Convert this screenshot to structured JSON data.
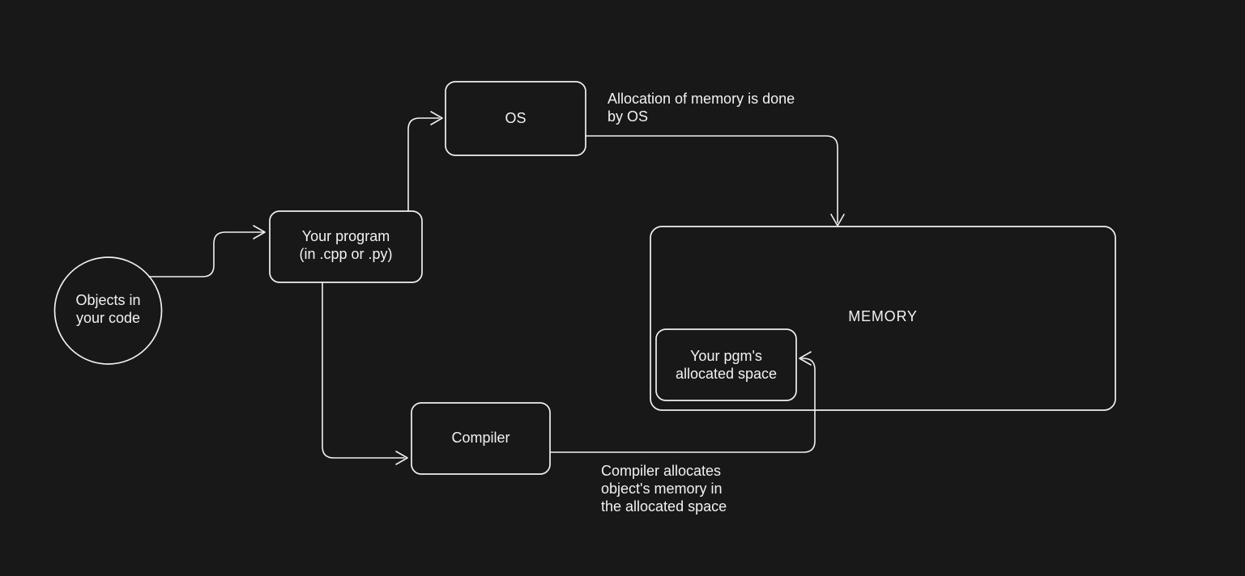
{
  "canvas": {
    "background_color": "#181818",
    "stroke_color": "#f0f0f0",
    "text_color": "#f2f2f2"
  },
  "nodes": {
    "objects_circle": {
      "shape": "circle",
      "label": "Objects in\nyour code"
    },
    "your_program": {
      "shape": "rounded-rect",
      "label": "Your program\n(in .cpp or .py)"
    },
    "os": {
      "shape": "rounded-rect",
      "label": "OS"
    },
    "memory": {
      "shape": "rounded-rect",
      "label": "MEMORY"
    },
    "allocated_space": {
      "shape": "rounded-rect",
      "label": "Your pgm's\nallocated space"
    },
    "compiler": {
      "shape": "rounded-rect",
      "label": "Compiler"
    }
  },
  "annotations": {
    "os_note": "Allocation of memory is done\nby OS",
    "compiler_note": "Compiler allocates\nobject's memory in\nthe allocated space"
  },
  "edges": [
    {
      "from": "objects_circle",
      "to": "your_program"
    },
    {
      "from": "your_program",
      "to": "os"
    },
    {
      "from": "os",
      "to": "memory"
    },
    {
      "from": "your_program",
      "to": "compiler"
    },
    {
      "from": "compiler",
      "to": "allocated_space"
    }
  ]
}
